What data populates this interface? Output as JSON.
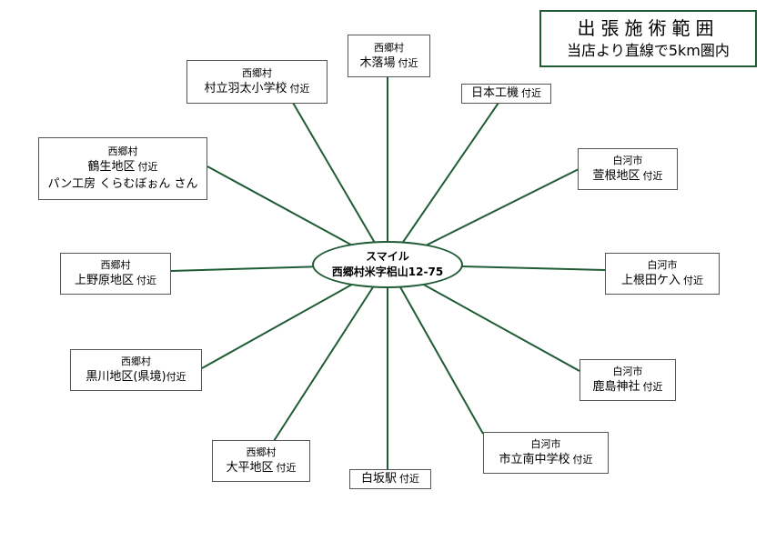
{
  "title": {
    "main": "出張施術範囲",
    "sub": "当店より直線で5km圏内"
  },
  "center": {
    "name": "スマイル",
    "address": "西郷村米字梠山12-75"
  },
  "suffix": "付近",
  "locations": [
    {
      "id": "kiochiba",
      "region": "西郷村",
      "place": "木落場"
    },
    {
      "id": "uta-sho",
      "region": "西郷村",
      "place": "村立羽太小学校"
    },
    {
      "id": "nihon-kogyo",
      "region": "",
      "place": "日本工機"
    },
    {
      "id": "tsurusei",
      "region": "西郷村",
      "place": "鶴生地区",
      "extra": "パン工房 くらむぼぉん さん"
    },
    {
      "id": "kayane",
      "region": "白河市",
      "place": "萱根地区"
    },
    {
      "id": "uwanohara",
      "region": "西郷村",
      "place": "上野原地区"
    },
    {
      "id": "kaminedagakeiri",
      "region": "白河市",
      "place": "上根田ケ入"
    },
    {
      "id": "kurokawa",
      "region": "西郷村",
      "place": "黒川地区(県境)"
    },
    {
      "id": "kashima",
      "region": "白河市",
      "place": "鹿島神社"
    },
    {
      "id": "taihei",
      "region": "西郷村",
      "place": "大平地区"
    },
    {
      "id": "shirasaka",
      "region": "",
      "place": "白坂駅"
    },
    {
      "id": "minami-chu",
      "region": "白河市",
      "place": "市立南中学校"
    }
  ]
}
